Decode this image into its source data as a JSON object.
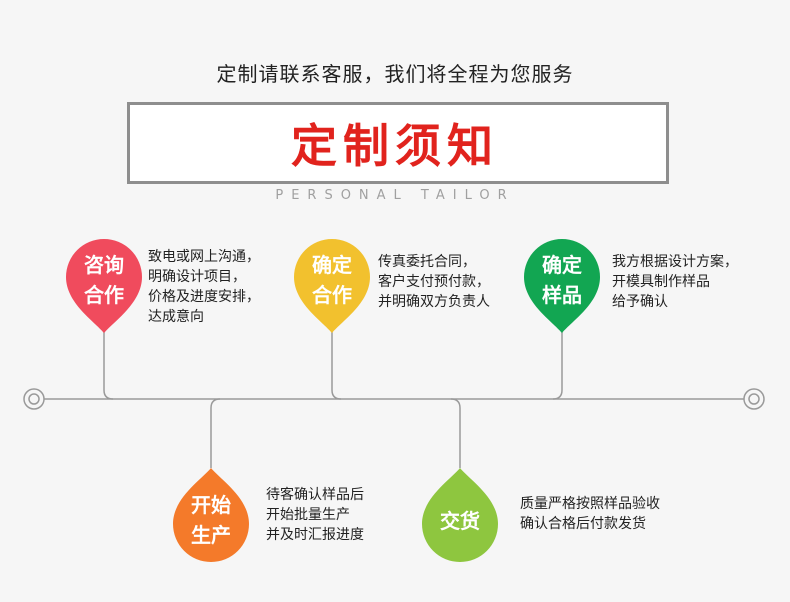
{
  "header": {
    "subtitle": "定制请联系客服，我们将全程为您服务",
    "title": "定制须知",
    "title_en": "PERSONAL TAILOR"
  },
  "colors": {
    "title_red": "#e1231d",
    "step1": "#f04b5d",
    "step2": "#f2c12e",
    "step3": "#12a652",
    "step4": "#f47a2a",
    "step5": "#8ec63f",
    "line": "#9a9a9a"
  },
  "steps": [
    {
      "label_line1": "咨询",
      "label_line2": "合作",
      "desc": [
        "致电或网上沟通，",
        "明确设计项目，",
        "价格及进度安排，",
        "达成意向"
      ]
    },
    {
      "label_line1": "确定",
      "label_line2": "合作",
      "desc": [
        "传真委托合同，",
        "客户支付预付款，",
        "并明确双方负责人"
      ]
    },
    {
      "label_line1": "确定",
      "label_line2": "样品",
      "desc": [
        "我方根据设计方案，",
        "开模具制作样品",
        "给予确认"
      ]
    },
    {
      "label_line1": "开始",
      "label_line2": "生产",
      "desc": [
        "待客确认样品后",
        "开始批量生产",
        "并及时汇报进度"
      ]
    },
    {
      "label_line1": "交货",
      "label_line2": "",
      "desc": [
        "质量严格按照样品验收",
        "确认合格后付款发货"
      ]
    }
  ]
}
